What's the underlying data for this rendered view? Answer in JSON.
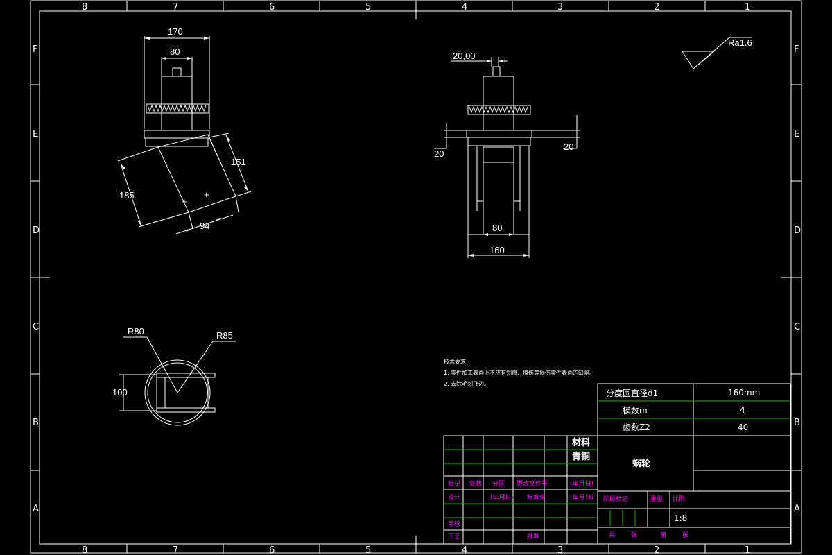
{
  "zones": {
    "columns": [
      "8",
      "7",
      "6",
      "5",
      "4",
      "3",
      "2",
      "1"
    ],
    "rows": [
      "F",
      "E",
      "D",
      "C",
      "B",
      "A"
    ]
  },
  "roughness": "Ra1.6",
  "view_left": {
    "dim_170": "170",
    "dim_80": "80",
    "dim_185": "185",
    "dim_151": "151",
    "dim_94": "94"
  },
  "view_right": {
    "dim_20_00": "20,00",
    "dim_20_left": "20",
    "dim_20_right": "20",
    "dim_80": "80",
    "dim_160": "160"
  },
  "view_bottom": {
    "dim_r80": "R80",
    "dim_r85": "R85",
    "dim_100": "100"
  },
  "tech_notes": {
    "title": "技术要求:",
    "line1": "1. 零件加工表面上不应有划痕、擦伤等损伤零件表面的缺陷。",
    "line2": "2. 去除毛刺飞边。"
  },
  "params": [
    {
      "label": "分度圆直径d1",
      "value": "160mm"
    },
    {
      "label": "模数m",
      "value": "4"
    },
    {
      "label": "齿数Z2",
      "value": "40"
    }
  ],
  "title_block": {
    "material_label": "材料",
    "material_value": "青铜",
    "part_name": "蜗轮",
    "scale": "1:8",
    "h_mark": "标记",
    "h_count": "处数",
    "h_zone": "分区",
    "h_docno": "更改文件号",
    "h_date1": "(年月日)",
    "h_design": "设计",
    "h_date2": "(年月日)",
    "h_std": "标准化",
    "h_date3": "(年月日)",
    "h_stage": "阶段标记",
    "h_weight": "重量",
    "h_ratio": "比例",
    "h_review": "审核",
    "h_process": "工艺",
    "h_approve": "批准",
    "sheets_total": "共",
    "sheets_zhang1": "张",
    "sheets_di": "第",
    "sheets_zhang2": "张"
  }
}
